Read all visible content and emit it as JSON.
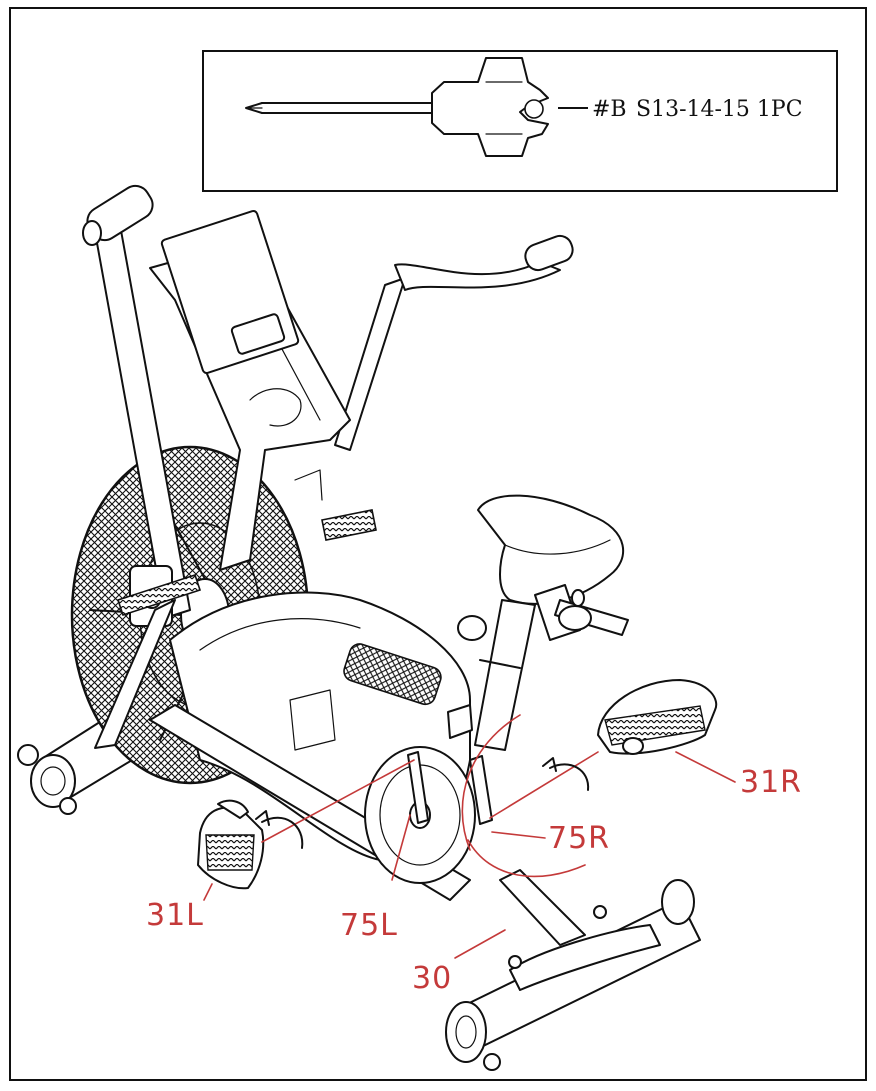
{
  "tool": {
    "label": "#B",
    "spec": "S13-14-15 1PC"
  },
  "callouts": {
    "pedal_right": "31R",
    "pedal_left": "31L",
    "crank_right": "75R",
    "crank_left": "75L",
    "main_frame": "30"
  },
  "colors": {
    "callout": "#c43a3a",
    "line": "#111111"
  }
}
